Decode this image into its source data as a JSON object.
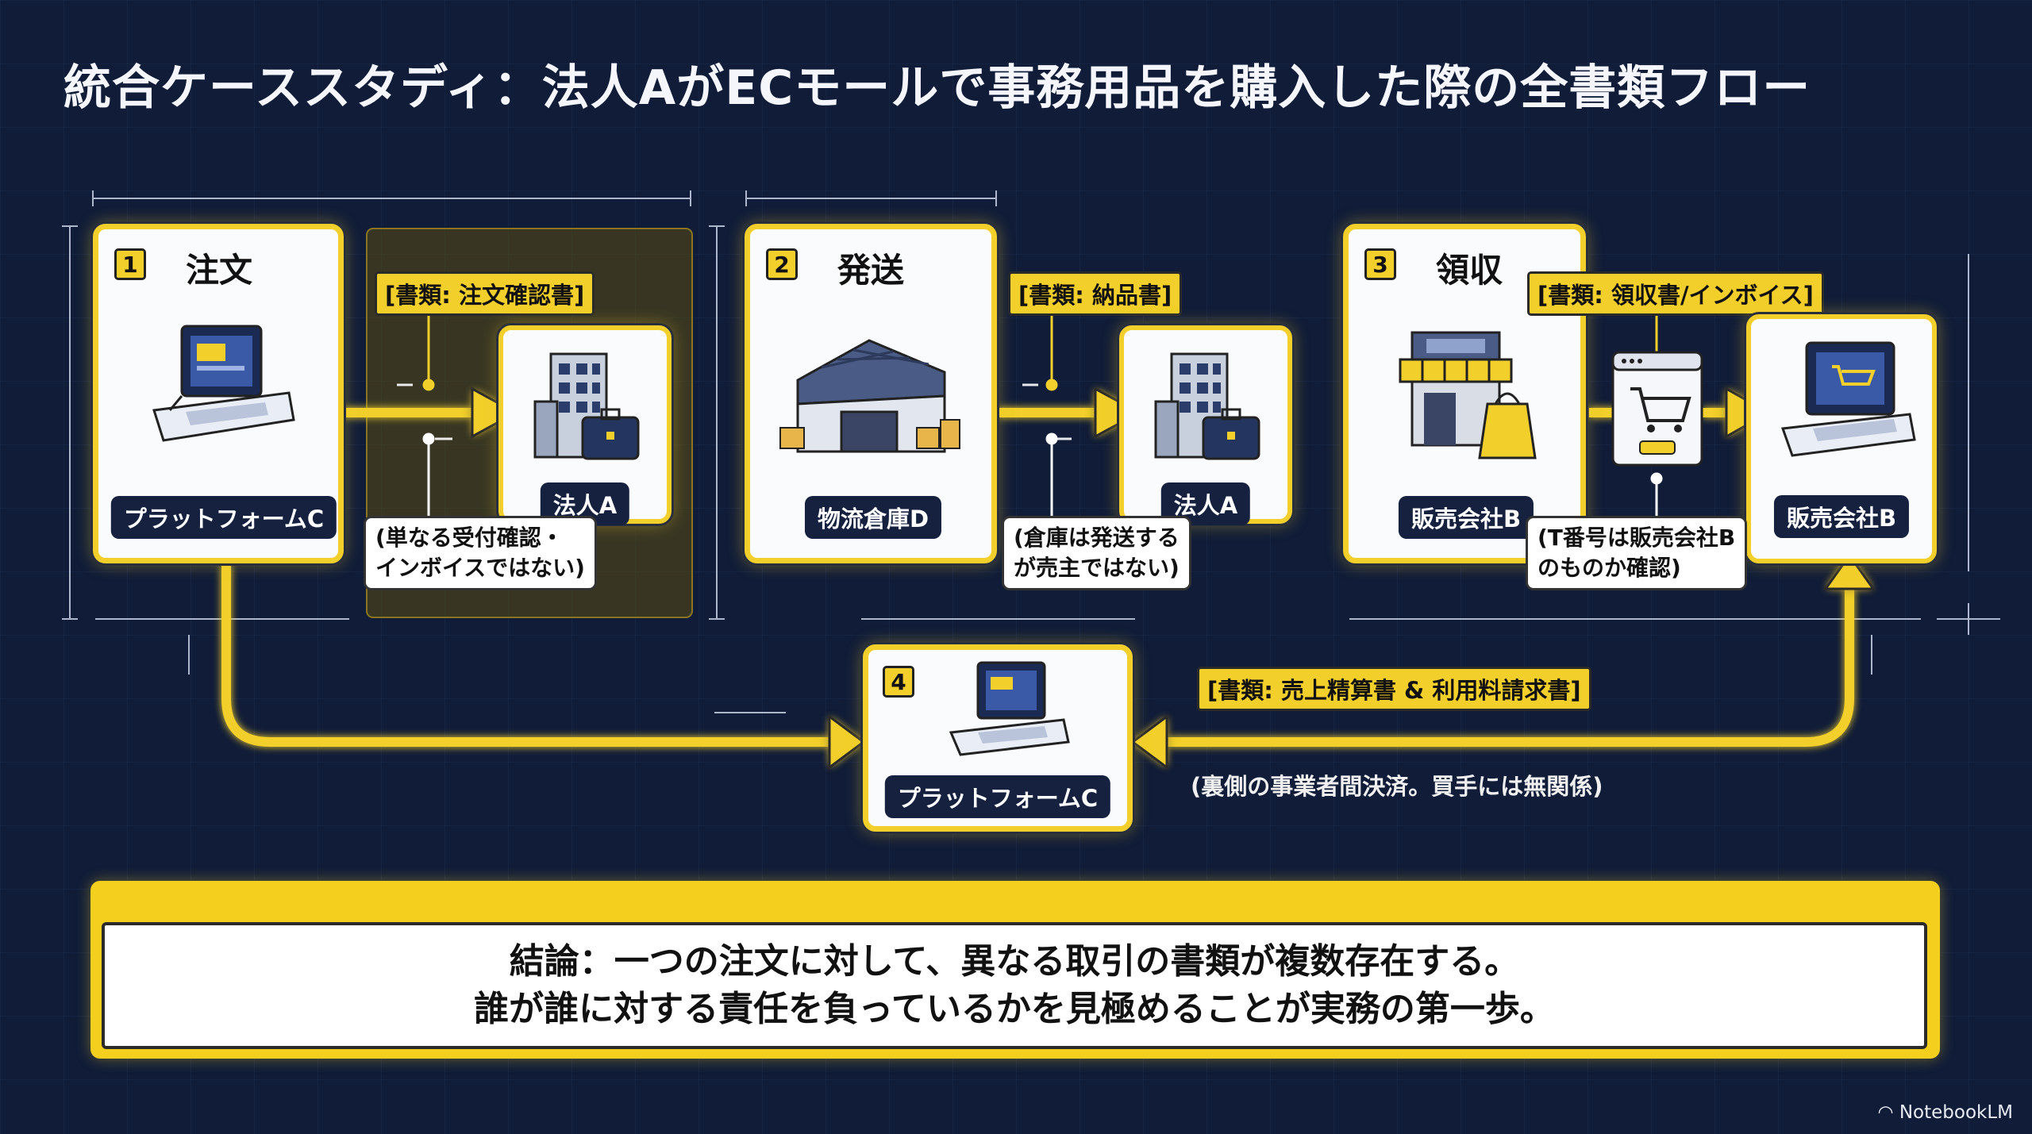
{
  "title": "統合ケーススタディ：法人AがECモールで事務用品を購入した際の全書類フロー",
  "steps": [
    {
      "num": "1",
      "title": "注文",
      "actor": "プラットフォームC",
      "doc": "[書類: 注文確認書]",
      "recipient": "法人A",
      "note": [
        "(単なる受付確認・",
        "インボイスではない)"
      ]
    },
    {
      "num": "2",
      "title": "発送",
      "actor": "物流倉庫D",
      "doc": "[書類: 納品書]",
      "recipient": "法人A",
      "note": [
        "(倉庫は発送する",
        "が売主ではない)"
      ]
    },
    {
      "num": "3",
      "title": "領収",
      "actor": "販売会社B",
      "doc": "[書類: 領収書/インボイス]",
      "recipient": "販売会社B",
      "note": [
        "(T番号は販売会社B",
        "のものか確認)"
      ]
    },
    {
      "num": "4",
      "actor": "プラットフォームC"
    }
  ],
  "settlement": {
    "doc": "[書類: 売上精算書 & 利用料請求書]",
    "note": "(裏側の事業者間決済。買手には無関係)"
  },
  "conclusion": {
    "line1": "結論：一つの注文に対して、異なる取引の書類が複数存在する。",
    "line2": "誰が誰に対する責任を負っているかを見極めることが実務の第一歩。"
  },
  "footer": "NotebookLM",
  "colors": {
    "background": "#101c38",
    "accent": "#f2cf2a",
    "pill": "#16213f"
  },
  "icons": [
    "laptop-icon",
    "office-building-icon",
    "warehouse-icon",
    "storefront-icon",
    "cart-window-icon",
    "platform-laptop-icon"
  ]
}
